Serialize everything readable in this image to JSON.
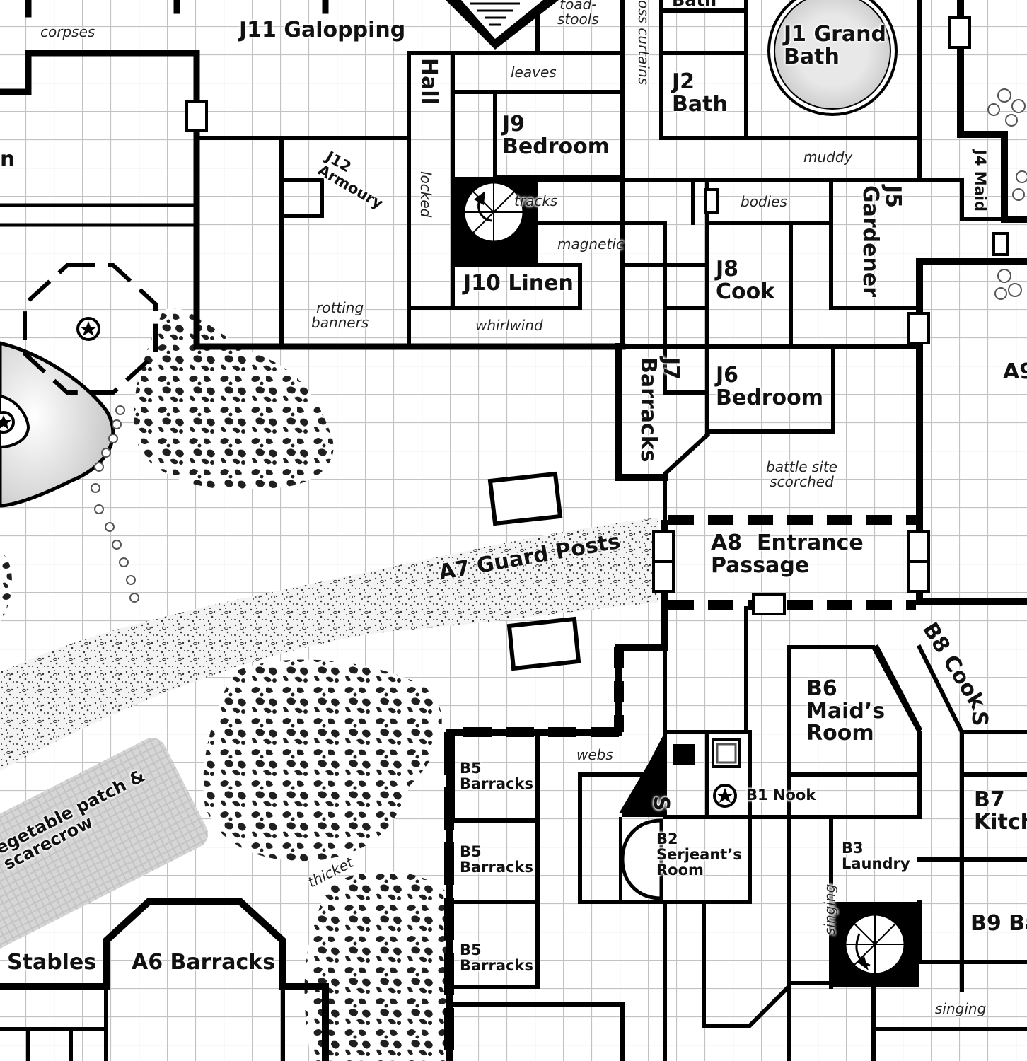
{
  "map": {
    "rooms": {
      "j1": "J1 Grand\nBath",
      "j2": "J2\nBath",
      "j4": "J4 Maid",
      "j5": "J5\nGardener",
      "j6": "J6\nBedroom",
      "j7": "J7\nBarracks",
      "j8": "J8\nCook",
      "j9": "J9\nBedroom",
      "j10": "J10 Linen",
      "j11": "J11 Galopping",
      "j11_hall": "Hall",
      "j12": "J12\nArmoury",
      "a6": "A6 Barracks",
      "a7": "A7 Guard Posts",
      "a8": "A8  Entrance\nPassage",
      "a9": "A9",
      "stables": "Stables",
      "b1": "B1 Nook",
      "b2": "B2\nSerjeant’s\nRoom",
      "b3": "B3\nLaundry",
      "b5a": "B5\nBarracks",
      "b5b": "B5\nBarracks",
      "b5c": "B5\nBarracks",
      "b6": "B6\nMaid’s\nRoom",
      "b7": "B7\nKitch",
      "b8": "B8 Cook",
      "b9": "B9 Ba",
      "j_top_bath": "Bath",
      "partial_west": "n",
      "garden": "egetable patch &\nscarecrow"
    },
    "notes": {
      "corpses": "corpses",
      "toadstools": "toad-\nstools",
      "curtains": "oss curtains",
      "leaves": "leaves",
      "muddy": "muddy",
      "locked": "locked",
      "tracks": "tracks",
      "bodies": "bodies",
      "magnetic": "magnetic",
      "rotting": "rotting\nbanners",
      "whirlwind": "whirlwind",
      "battle": "battle site\nscorched",
      "webs": "webs",
      "thicket": "thicket",
      "singing_v": "singing",
      "singing_h": "singing"
    },
    "secret_doors": {
      "s1": "S",
      "s2": "S"
    },
    "icons": [
      "star-icon",
      "spiral-staircase-icon",
      "well-icon",
      "statue-icon"
    ],
    "colors": {
      "wall": "#000000",
      "grid": "#bdbdbd",
      "paper": "#ffffff",
      "shade": "#e2e2e2"
    }
  }
}
